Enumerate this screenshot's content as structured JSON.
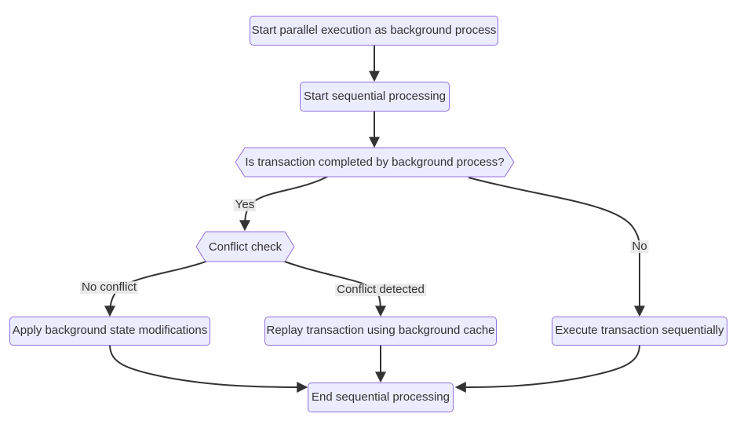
{
  "diagram": {
    "type": "flowchart",
    "direction": "top-down",
    "colors": {
      "node_fill": "#ECECFF",
      "node_border": "#9370DB",
      "node_text": "#333333",
      "edge_line": "#333333",
      "edge_label_bg": "#e8e8e8",
      "background": "#ffffff"
    },
    "nodes": [
      {
        "id": "start_parallel",
        "shape": "rounded-rect",
        "label": "Start parallel execution as background process"
      },
      {
        "id": "start_sequential",
        "shape": "rounded-rect",
        "label": "Start sequential processing"
      },
      {
        "id": "is_completed",
        "shape": "hexagon",
        "label": "Is transaction completed by background process?"
      },
      {
        "id": "conflict_check",
        "shape": "hexagon",
        "label": "Conflict check"
      },
      {
        "id": "apply_modifications",
        "shape": "rounded-rect",
        "label": "Apply background state modifications"
      },
      {
        "id": "replay_transaction",
        "shape": "rounded-rect",
        "label": "Replay transaction using background cache"
      },
      {
        "id": "execute_sequentially",
        "shape": "rounded-rect",
        "label": "Execute transaction sequentially"
      },
      {
        "id": "end_sequential",
        "shape": "rounded-rect",
        "label": "End sequential processing"
      }
    ],
    "edges": [
      {
        "from": "start_parallel",
        "to": "start_sequential",
        "label": ""
      },
      {
        "from": "start_sequential",
        "to": "is_completed",
        "label": ""
      },
      {
        "from": "is_completed",
        "to": "conflict_check",
        "label": "Yes"
      },
      {
        "from": "is_completed",
        "to": "execute_sequentially",
        "label": "No"
      },
      {
        "from": "conflict_check",
        "to": "apply_modifications",
        "label": "No conflict"
      },
      {
        "from": "conflict_check",
        "to": "replay_transaction",
        "label": "Conflict detected"
      },
      {
        "from": "apply_modifications",
        "to": "end_sequential",
        "label": ""
      },
      {
        "from": "replay_transaction",
        "to": "end_sequential",
        "label": ""
      },
      {
        "from": "execute_sequentially",
        "to": "end_sequential",
        "label": ""
      }
    ]
  }
}
